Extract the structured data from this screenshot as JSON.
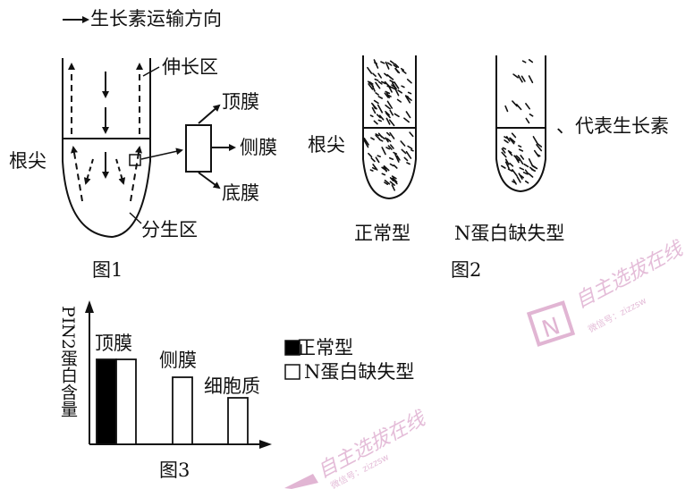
{
  "legend_top": "生长素运输方向",
  "figure1": {
    "caption": "图1",
    "labels": {
      "elongation": "伸长区",
      "root_tip": "根尖",
      "division": "分生区",
      "top_membrane": "顶膜",
      "side_membrane": "侧膜",
      "bottom_membrane": "底膜"
    }
  },
  "figure2": {
    "caption": "图2",
    "root_tip": "根尖",
    "normal": "正常型",
    "mutant": "N蛋白缺失型",
    "dot_legend": "、代表生长素"
  },
  "figure3": {
    "caption": "图3",
    "ylabel": "PIN2蛋白含量",
    "legend": {
      "filled": "正常型",
      "open": "N蛋白缺失型"
    },
    "colors": {
      "normal": "#000000",
      "mutant": "#ffffff"
    }
  },
  "chart_data": {
    "type": "bar",
    "categories": [
      "顶膜",
      "侧膜",
      "细胞质"
    ],
    "series": [
      {
        "name": "正常型",
        "values": [
          95,
          null,
          null
        ]
      },
      {
        "name": "N蛋白缺失型",
        "values": [
          95,
          75,
          52
        ]
      }
    ],
    "ylabel": "PIN2蛋白含量",
    "legend_position": "right",
    "grid": false
  },
  "watermark": {
    "mark_text": "自主选拔在线",
    "sub_text": "微信号：zizzsw"
  }
}
